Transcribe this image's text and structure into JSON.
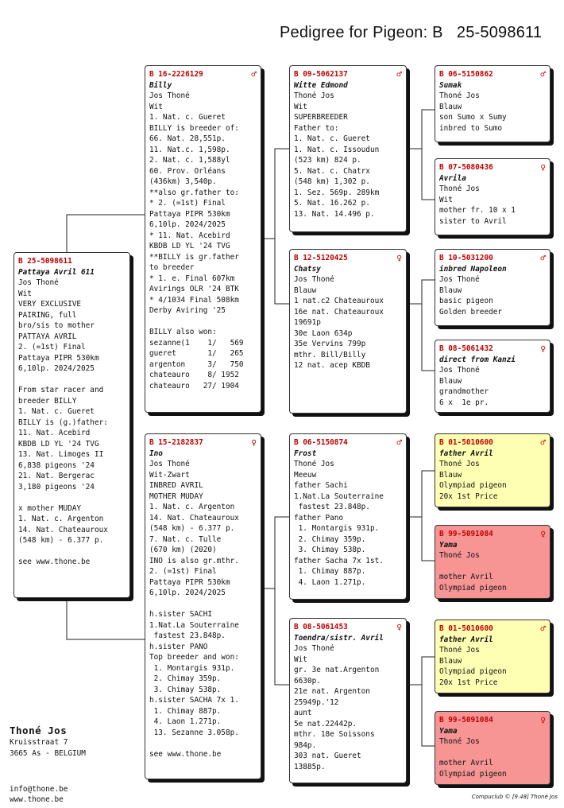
{
  "title": "Pedigree for Pigeon: B   25-5098611",
  "pigeons": {
    "subject": {
      "ring": "B   25-5098611",
      "sex": "",
      "name": "Pattaya Avril 611",
      "lines": [
        "Jos Thoné",
        "Wit",
        "VERY EXCLUSIVE",
        "PAIRING, full",
        "bro/sis to mother",
        "PATTAYA AVRIL",
        "2. (=1st) Final",
        "Pattaya PIPR 530km",
        "6,10lp. 2024/2025",
        "",
        "From star racer and",
        "breeder BILLY",
        "1. Nat. c. Gueret",
        "BILLY is (g.)father:",
        "11. Nat. Acebird",
        "KBDB LD YL '24 TVG",
        "13. Nat. Limoges II",
        "6,838 pigeons '24",
        "21. Nat. Bergerac",
        "3,180 pigeons '24",
        "",
        "x mother MUDAY",
        "1. Nat. c. Argenton",
        "14. Nat. Chateauroux",
        "(548 km) - 6.377 p.",
        "",
        "see www.thone.be"
      ]
    },
    "father": {
      "ring": "B   16-2226129",
      "sex": "♂",
      "name": "Billy",
      "lines": [
        "Jos Thoné",
        "Wit",
        "1. Nat. c. Gueret",
        "BILLY is breeder of:",
        "66. Nat. 28,551p.",
        "11. Nat.c. 1,598p.",
        "2. Nat. c. 1,588yl",
        "60. Prov. Orléans",
        "(436km) 3,540p.",
        "**also gr.father to:",
        "* 2. (=1st) Final",
        "Pattaya PIPR 530km",
        "6,10lp. 2024/2025",
        "* 11. Nat. Acebird",
        "KBDB LD YL '24 TVG",
        "**BILLY is gr.father",
        "to breeder",
        "* 1. e. Final 607km",
        "Avirings OLR '24 BTK",
        "* 4/1034 Final 508km",
        "Derby Aviring '25",
        "",
        "BILLY also won:",
        "sezanne(1    1/   569",
        "gueret       1/   265",
        "argenton     3/   750",
        "chateauro    8/ 1952",
        "chateauro   27/ 1904"
      ]
    },
    "mother": {
      "ring": "B   15-2182837",
      "sex": "♀",
      "name": "Ino",
      "lines": [
        "Jos Thoné",
        "Wit-Zwart",
        "INBRED AVRIL",
        "MOTHER MUDAY",
        "1. Nat. c. Argenton",
        "14. Nat. Chateauroux",
        "(548 km) - 6.377 p.",
        "7. Nat. c. Tulle",
        "(670 km) (2020)",
        "INO is also gr.mthr.",
        "2. (=1st) Final",
        "Pattaya PIPR 530km",
        "6,10lp. 2024/2025",
        "",
        "h.sister SACHI",
        "1.Nat.La Souterraine",
        " fastest 23.848p.",
        "h.sister PANO",
        "Top breeder and won:",
        " 1. Montargis 931p.",
        " 2. Chimay 359p.",
        " 3. Chimay 538p.",
        "h.sister SACHA 7x 1.",
        " 1. Chimay 887p.",
        " 4. Laon 1.271p.",
        " 13. Sezanne 3.058p.",
        "",
        "see www.thone.be"
      ]
    },
    "ff": {
      "ring": "B   09-5062137",
      "sex": "♂",
      "name": "Witte Edmond",
      "lines": [
        "Thoné Jos",
        "Wit",
        "SUPERBREEDER",
        "Father to:",
        "1. Nat. c. Gueret",
        "1. Nat. c. Issoudun",
        "(523 km) 824 p.",
        "5. Nat. c. Chatrx",
        "(548 km) 1,302 p.",
        "1. Sez. 569p. 289km",
        "5. Nat. 16.262 p.",
        "13. Nat. 14.496 p."
      ]
    },
    "fm": {
      "ring": "B   12-5120425",
      "sex": "♀",
      "name": "Chatsy",
      "lines": [
        "Jos Thoné",
        "Blauw",
        "1 nat.c2 Chateauroux",
        "16e nat. Chateauroux",
        "19691p",
        "30e Laon 634p",
        "35e Vervins 799p",
        "mthr. Bill/Billy",
        "12 nat. acep KBDB"
      ]
    },
    "mf": {
      "ring": "B   06-5150874",
      "sex": "♂",
      "name": "Frost",
      "lines": [
        "Thoné Jos",
        "Meeuw",
        "father Sachi",
        "1.Nat.La Souterraine",
        " fastest 23.848p.",
        "father Pano",
        " 1. Montargis 931p.",
        " 2. Chimay 359p.",
        " 3. Chimay 538p.",
        "father Sacha 7x 1st.",
        " 1. Chimay 887p.",
        " 4. Laon 1.271p."
      ]
    },
    "mm": {
      "ring": "B   08-5061453",
      "sex": "♀",
      "name": "Toendra/sistr. Avril",
      "lines": [
        "Jos Thoné",
        "Wit",
        "gr. 3e nat.Argenton",
        "6630p.",
        "21e nat. Argenton",
        "25949p.'12",
        "aunt",
        "5e nat.22442p.",
        "mthr. 18e Soissons",
        "984p.",
        "303 nat. Gueret",
        "13885p."
      ]
    },
    "fff": {
      "ring": "B   06-5150862",
      "sex": "♂",
      "name": "Sumak",
      "lines": [
        "Thoné Jos",
        "Blauw",
        "son Sumo x Sumy",
        "inbred to Sumo"
      ]
    },
    "ffm": {
      "ring": "B   07-5080436",
      "sex": "♀",
      "name": "Avrila",
      "lines": [
        "Thoné Jos",
        "Wit",
        "mother fr. 10 x 1",
        "sister to Avril"
      ]
    },
    "fmf": {
      "ring": "B   10-5031200",
      "sex": "♂",
      "name": "inbred Napoleon",
      "lines": [
        "Jos Thoné",
        "Blauw",
        "basic pigeon",
        "Golden breeder"
      ]
    },
    "fmm": {
      "ring": "B   08-5061432",
      "sex": "♀",
      "name": "direct from Kanzi",
      "lines": [
        "Jos Thoné",
        "Blauw",
        "grandmother",
        "6 x  1e pr."
      ]
    },
    "mff": {
      "ring": "B   01-5010600",
      "sex": "♂",
      "name": "father Avril",
      "lines": [
        "Thoné Jos",
        "Blauw",
        "Olympiad pigeon",
        "20x 1st Price"
      ]
    },
    "mfm": {
      "ring": "B   99-5091084",
      "sex": "♀",
      "name": "Yama",
      "lines": [
        "Thoné Jos",
        "",
        "mother Avril",
        "Olympiad pigeon"
      ]
    },
    "mmf": {
      "ring": "B   01-5010600",
      "sex": "♂",
      "name": "father Avril",
      "lines": [
        "Thoné Jos",
        "Blauw",
        "Olympiad pigeon",
        "20x 1st Price"
      ]
    },
    "mmm": {
      "ring": "B   99-5091084",
      "sex": "♀",
      "name": "Yama",
      "lines": [
        "Thoné Jos",
        "",
        "mother Avril",
        "Olympiad pigeon"
      ]
    }
  },
  "owner": {
    "name": "Thoné Jos",
    "street": "Kruisstraat 7",
    "city": "3665  As - BELGIUM",
    "email": "info@thone.be",
    "web": "www.thone.be"
  },
  "footer": "Compuclub © [9.48]  Thoné Jos"
}
